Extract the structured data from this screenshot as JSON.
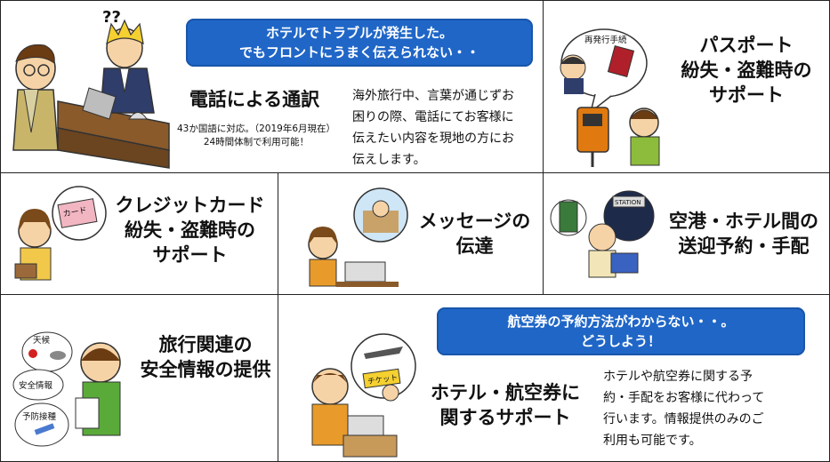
{
  "phone_service": {
    "banner_line1": "ホテルでトラブルが発生した。",
    "banner_line2": "でもフロントにうまく伝えられない・・",
    "title": "電話による通訳",
    "note_line1": "43か国語に対応。（2019年6月現在）",
    "note_line2": "24時間体制で利用可能！",
    "desc_line1": "海外旅行中、言葉が通じずお",
    "desc_line2": "困りの際、電話にてお客様に",
    "desc_line3": "伝えたい内容を現地の方にお",
    "desc_line4": "伝えします。",
    "confused_marks": "??"
  },
  "passport": {
    "title_line1": "パスポート",
    "title_line2": "紛失・盗難時の",
    "title_line3": "サポート",
    "bubble_text": "再発行手続"
  },
  "credit_card": {
    "title_line1": "クレジットカード",
    "title_line2": "紛失・盗難時の",
    "title_line3": "サポート",
    "card_text": "カード"
  },
  "message": {
    "title_line1": "メッセージの",
    "title_line2": "伝達"
  },
  "transfer": {
    "title_line1": "空港・ホテル間の",
    "title_line2": "送迎予約・手配",
    "station_sign": "STATION"
  },
  "safety": {
    "title_line1": "旅行関連の",
    "title_line2": "安全情報の提供",
    "bubble_weather": "天候",
    "bubble_safety": "安全情報",
    "bubble_vaccine": "予防接種"
  },
  "booking": {
    "banner_line1": "航空券の予約方法がわからない・・。",
    "banner_line2": "どうしよう！",
    "title_line1": "ホテル・航空券に",
    "title_line2": "関するサポート",
    "ticket_text": "チケット",
    "desc_line1": "ホテルや航空券に関する予",
    "desc_line2": "約・手配をお客様に代わって",
    "desc_line3": "行います。情報提供のみのご",
    "desc_line4": "利用も可能です。"
  },
  "colors": {
    "banner_blue": "#1f66c7",
    "border": "#222222"
  }
}
